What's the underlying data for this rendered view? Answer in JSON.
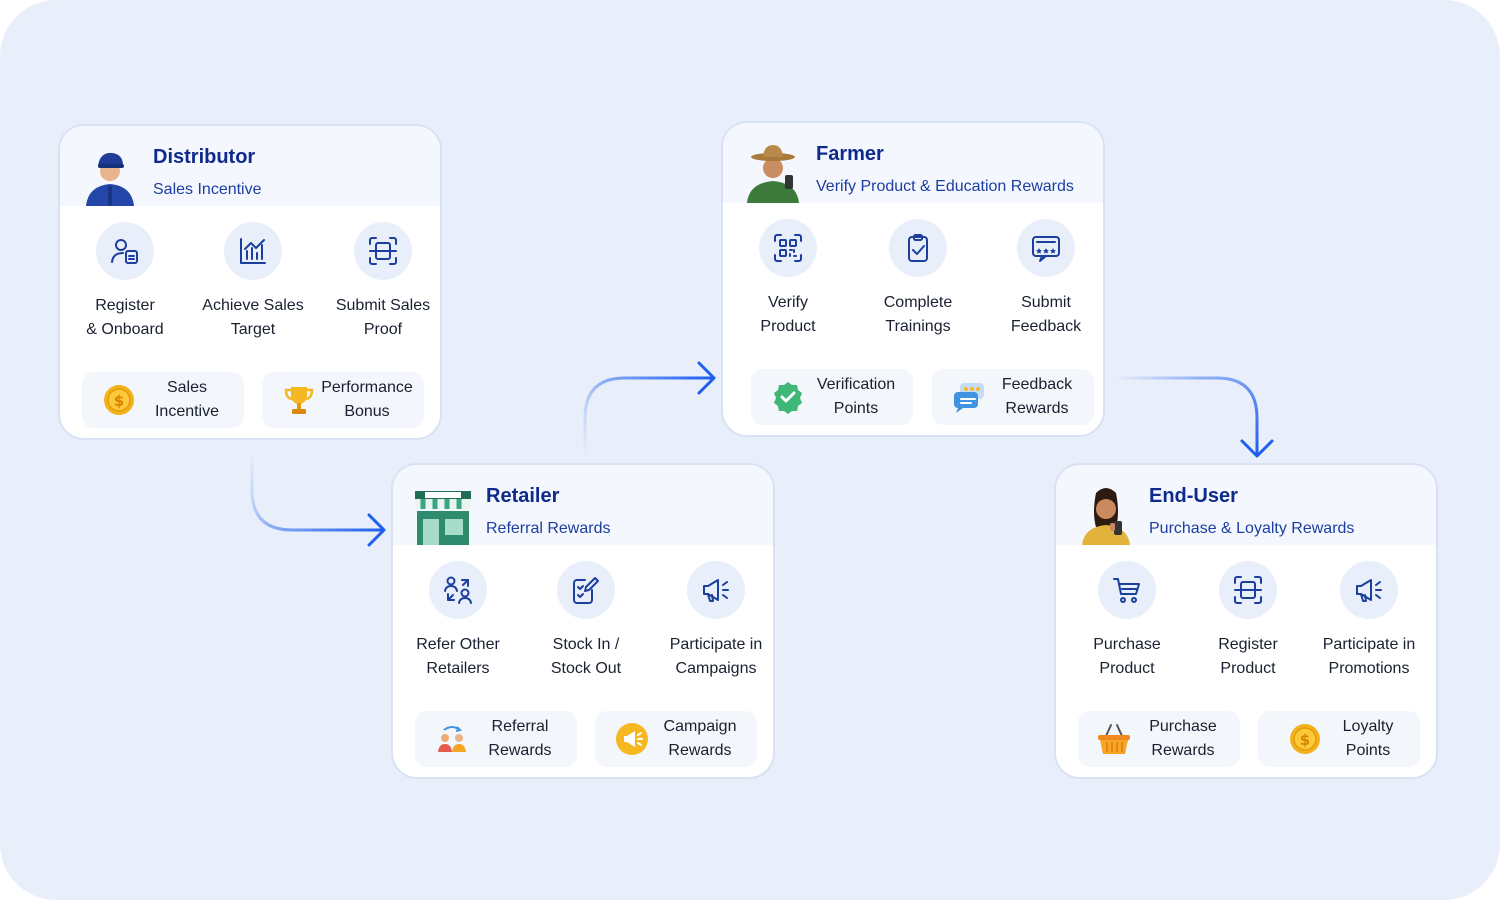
{
  "colors": {
    "background": "#e8eefa",
    "accent": "#1f5ff0",
    "title": "#0e2a8a",
    "icon": "#1c3f9e"
  },
  "cards": {
    "distributor": {
      "title": "Distributor",
      "subtitle": "Sales Incentive",
      "steps": [
        {
          "l1": "Register",
          "l2": "& Onboard",
          "icon": "user-id-icon"
        },
        {
          "l1": "Achieve Sales",
          "l2": "Target",
          "icon": "bar-chart-icon"
        },
        {
          "l1": "Submit Sales",
          "l2": "Proof",
          "icon": "scan-receipt-icon"
        }
      ],
      "rewards": [
        {
          "l1": "Sales",
          "l2": "Incentive",
          "icon": "coin-icon"
        },
        {
          "l1": "Performance",
          "l2": "Bonus",
          "icon": "trophy-icon"
        }
      ]
    },
    "farmer": {
      "title": "Farmer",
      "subtitle": "Verify Product & Education Rewards",
      "steps": [
        {
          "l1": "Verify",
          "l2": "Product",
          "icon": "qr-scan-icon"
        },
        {
          "l1": "Complete",
          "l2": "Trainings",
          "icon": "clipboard-check-icon"
        },
        {
          "l1": "Submit",
          "l2": "Feedback",
          "icon": "feedback-stars-icon"
        }
      ],
      "rewards": [
        {
          "l1": "Verification",
          "l2": "Points",
          "icon": "verified-badge-icon"
        },
        {
          "l1": "Feedback",
          "l2": "Rewards",
          "icon": "chat-stars-icon"
        }
      ]
    },
    "retailer": {
      "title": "Retailer",
      "subtitle": "Referral Rewards",
      "steps": [
        {
          "l1": "Refer Other",
          "l2": "Retailers",
          "icon": "referral-icon"
        },
        {
          "l1": "Stock In /",
          "l2": "Stock Out",
          "icon": "checklist-edit-icon"
        },
        {
          "l1": "Participate in",
          "l2": "Campaigns",
          "icon": "megaphone-icon"
        }
      ],
      "rewards": [
        {
          "l1": "Referral",
          "l2": "Rewards",
          "icon": "people-exchange-icon"
        },
        {
          "l1": "Campaign",
          "l2": "Rewards",
          "icon": "megaphone-badge-icon"
        }
      ]
    },
    "enduser": {
      "title": "End-User",
      "subtitle": "Purchase & Loyalty Rewards",
      "steps": [
        {
          "l1": "Purchase",
          "l2": "Product",
          "icon": "cart-icon"
        },
        {
          "l1": "Register",
          "l2": "Product",
          "icon": "scan-receipt-icon"
        },
        {
          "l1": "Participate in",
          "l2": "Promotions",
          "icon": "megaphone-icon"
        }
      ],
      "rewards": [
        {
          "l1": "Purchase",
          "l2": "Rewards",
          "icon": "basket-icon"
        },
        {
          "l1": "Loyalty",
          "l2": "Points",
          "icon": "coin-icon"
        }
      ]
    }
  }
}
